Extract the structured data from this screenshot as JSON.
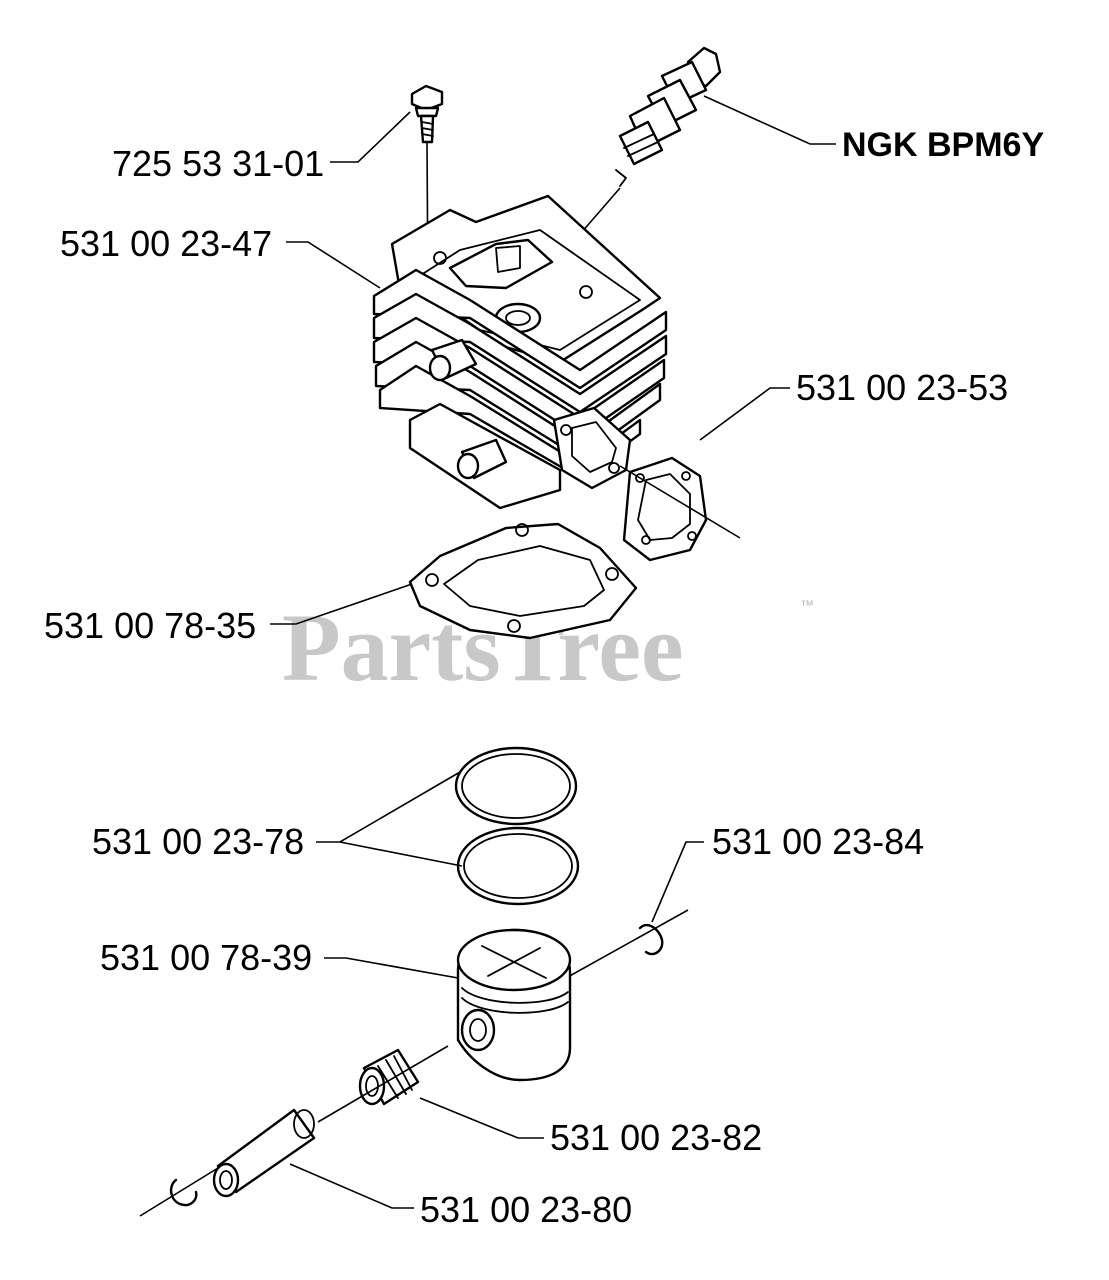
{
  "watermark": {
    "text": "PartsTree",
    "trademark": "™"
  },
  "labels": {
    "bolt": "725 53 31-01",
    "spark_plug": "NGK BPM6Y",
    "cylinder": "531 00 23-47",
    "exhaust_gasket": "531 00 23-53",
    "base_gasket": "531 00 78-35",
    "piston_rings": "531 00 23-78",
    "circlip": "531 00 23-84",
    "piston": "531 00 78-39",
    "needle_bearing": "531 00 23-82",
    "piston_pin": "531 00 23-80"
  },
  "colors": {
    "line": "#000000",
    "watermark": "#c8c8c8",
    "background": "#ffffff"
  }
}
